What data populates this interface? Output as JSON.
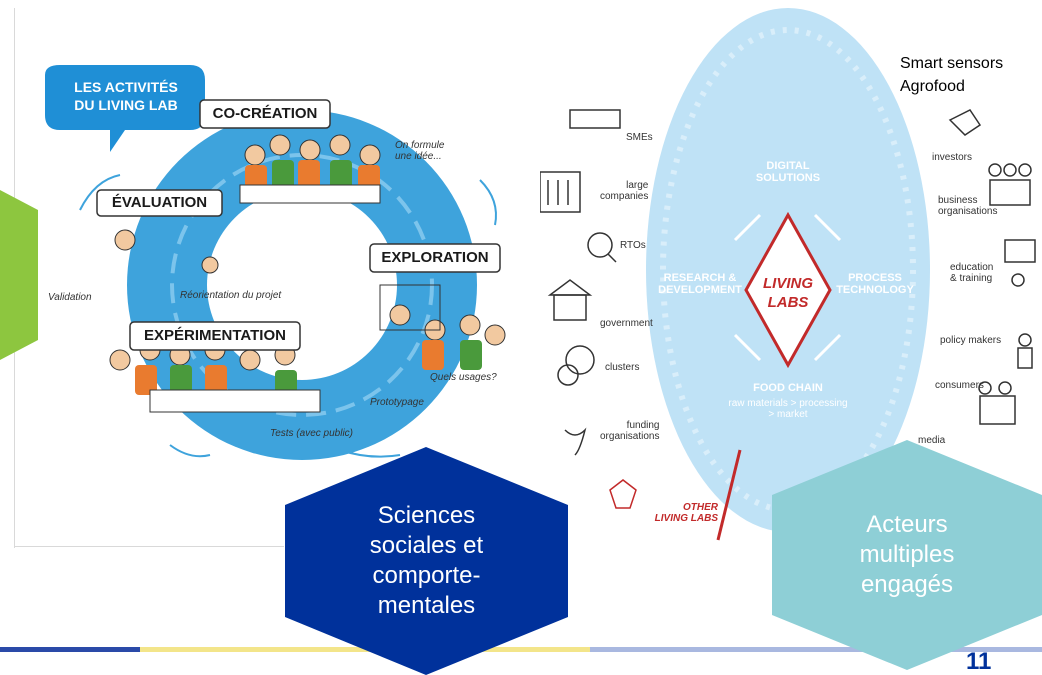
{
  "left_figure": {
    "speech_bubble": "LES ACTIVITÉS\nDU LIVING LAB",
    "co_creation": "CO-CRÉATION",
    "evaluation": "ÉVALUATION",
    "exploration": "EXPLORATION",
    "experimentation": "EXPÉRIMENTATION",
    "on_formule": "On formule\nune idée...",
    "validation": "Validation",
    "reorientation": "Réorientation du projet",
    "quels_usages": "Quels usages?",
    "prototypage": "Prototypage",
    "tests": "Tests (avec public)"
  },
  "right_figure": {
    "smart_sensors": "Smart sensors",
    "agrofood": "Agrofood",
    "center_line1": "LIVING",
    "center_line2": "LABS",
    "digital": "DIGITAL\nSOLUTIONS",
    "research": "RESEARCH &\nDEVELOPMENT",
    "process": "PROCESS\nTECHNOLOGY",
    "food_chain": "FOOD CHAIN",
    "food_chain_sub": "raw materials > processing\n> market",
    "left_actors": [
      "SMEs",
      "large\ncompanies",
      "RTOs",
      "government",
      "clusters",
      "funding\norganisations"
    ],
    "right_actors": [
      "investors",
      "business\norganisations",
      "education\n& training",
      "policy makers",
      "consumers",
      "media"
    ],
    "other": "OTHER\nLIVING LABS"
  },
  "hexagons": {
    "social": "Sciences\nsociales et\ncomporte-\nmentales",
    "actors": "Acteurs\nmultiples\nengagés"
  },
  "page_number": "11",
  "colors": {
    "green": "#8dc63f",
    "navy": "#00319b",
    "teal": "#8ecfd6",
    "circle_blue": "#3ea3dc",
    "light_blue": "#bfe2f6"
  }
}
